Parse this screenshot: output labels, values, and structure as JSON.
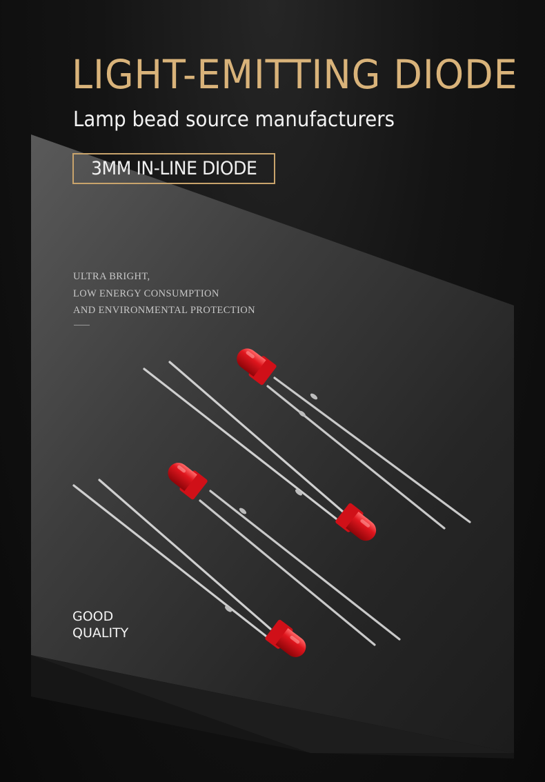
{
  "header": {
    "title": "LIGHT-EMITTING DIODE",
    "subtitle": "Lamp bead source manufacturers",
    "badge": "3MM IN-LINE DIODE"
  },
  "features": {
    "line1": "ULTRA BRIGHT,",
    "line2": "LOW ENERGY CONSUMPTION",
    "line3": "AND ENVIRONMENTAL PROTECTION"
  },
  "quality": {
    "line1": "GOOD",
    "line2": "QUALITY"
  },
  "colors": {
    "accent_gold": "#d9b37a",
    "badge_border": "#c9a46c",
    "led_red": "#d8141c",
    "background": "#0b0b0b"
  }
}
